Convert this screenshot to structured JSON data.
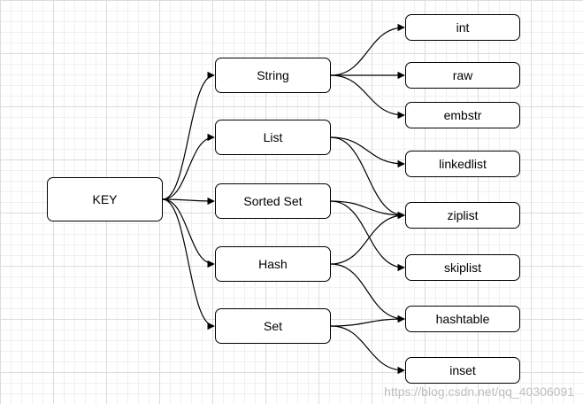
{
  "key": "KEY",
  "types": {
    "string": "String",
    "list": "List",
    "sorted_set": "Sorted Set",
    "hash": "Hash",
    "set": "Set"
  },
  "encodings": {
    "int": "int",
    "raw": "raw",
    "embstr": "embstr",
    "linkedlist": "linkedlist",
    "ziplist": "ziplist",
    "skiplist": "skiplist",
    "hashtable": "hashtable",
    "inset": "inset"
  },
  "edges": [
    [
      "key",
      "string"
    ],
    [
      "key",
      "list"
    ],
    [
      "key",
      "sorted_set"
    ],
    [
      "key",
      "hash"
    ],
    [
      "key",
      "set"
    ],
    [
      "string",
      "int"
    ],
    [
      "string",
      "raw"
    ],
    [
      "string",
      "embstr"
    ],
    [
      "list",
      "linkedlist"
    ],
    [
      "list",
      "ziplist"
    ],
    [
      "sorted_set",
      "ziplist"
    ],
    [
      "sorted_set",
      "skiplist"
    ],
    [
      "hash",
      "ziplist"
    ],
    [
      "hash",
      "hashtable"
    ],
    [
      "set",
      "hashtable"
    ],
    [
      "set",
      "inset"
    ]
  ],
  "watermark": "https://blog.csdn.net/qq_40306091"
}
